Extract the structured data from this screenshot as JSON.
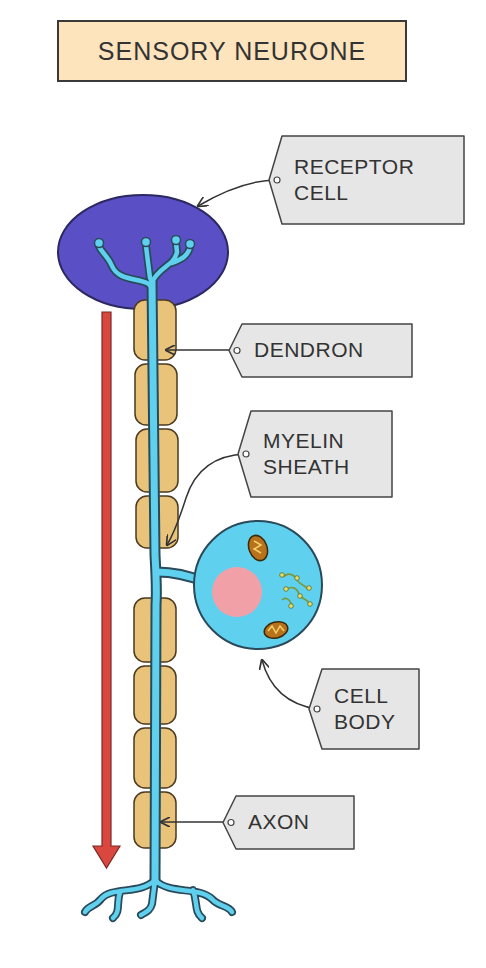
{
  "diagram": {
    "title": "SENSORY NEURONE",
    "nodes": [
      {
        "text": [
          "RECEPTOR CELL"
        ]
      },
      {
        "text": [
          "DENDRON"
        ]
      },
      {
        "text": [
          "MYELIN SHEATH"
        ]
      },
      {
        "text": [
          "CELL BODY"
        ]
      },
      {
        "text": [
          "AXON"
        ]
      }
    ]
  }
}
